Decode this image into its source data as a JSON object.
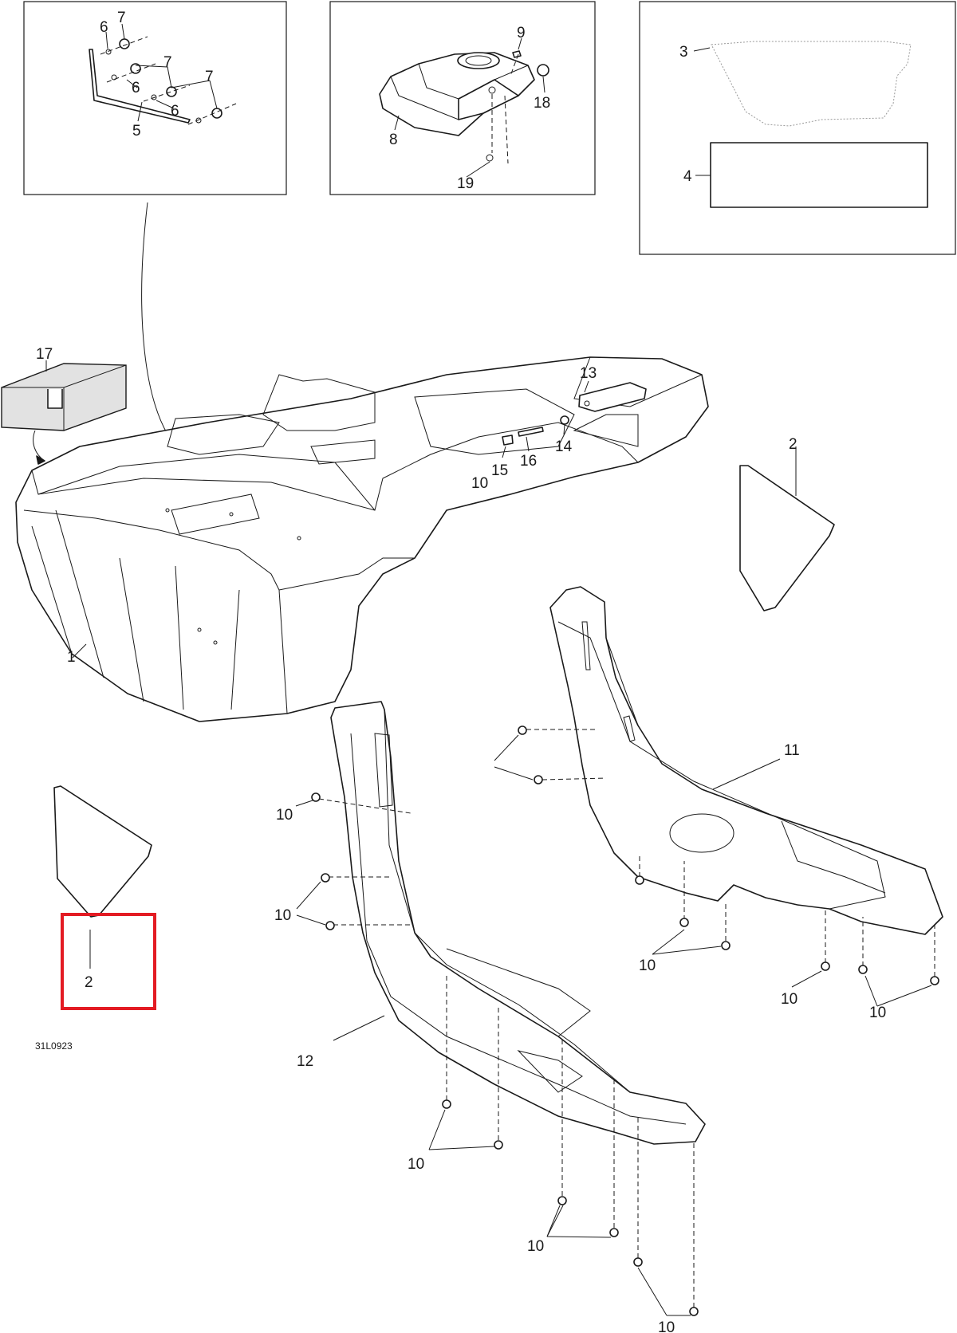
{
  "diagram": {
    "drawing_code": "31L0923",
    "highlight_color": "#e31b23",
    "line_color": "#1a1a1a",
    "callouts": {
      "c1": "1",
      "c2a": "2",
      "c2b": "2",
      "c3": "3",
      "c4": "4",
      "c5": "5",
      "c6a": "6",
      "c6b": "6",
      "c6c": "6",
      "c7a": "7",
      "c7b": "7",
      "c7c": "7",
      "c8": "8",
      "c9": "9",
      "c10a": "10",
      "c10b": "10",
      "c10c": "10",
      "c10d": "10",
      "c10e": "10",
      "c10f": "10",
      "c10g": "10",
      "c10h": "10",
      "c10i": "10",
      "c11": "11",
      "c12": "12",
      "c13": "13",
      "c14": "14",
      "c15": "15",
      "c16": "16",
      "c17": "17",
      "c18": "18",
      "c19": "19"
    }
  }
}
